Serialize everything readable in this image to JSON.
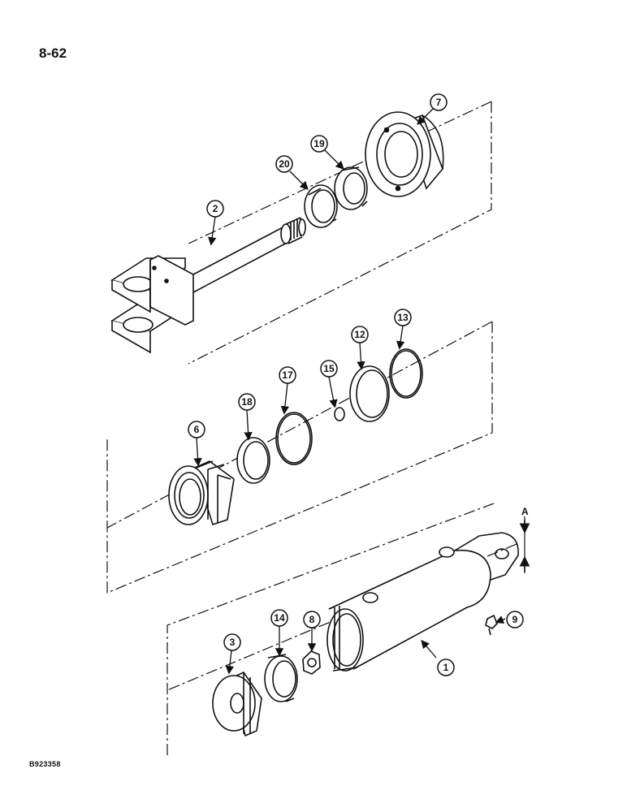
{
  "header": {
    "page_number": "8-62"
  },
  "footer": {
    "figure_code": "B923358"
  },
  "callouts": {
    "c1": "1",
    "c2": "2",
    "c3": "3",
    "c6": "6",
    "c7": "7",
    "c8": "8",
    "c9": "9",
    "c12": "12",
    "c13": "13",
    "c14": "14",
    "c15": "15",
    "c17": "17",
    "c18": "18",
    "c19": "19",
    "c20": "20"
  },
  "view_marker": {
    "label": "A"
  }
}
